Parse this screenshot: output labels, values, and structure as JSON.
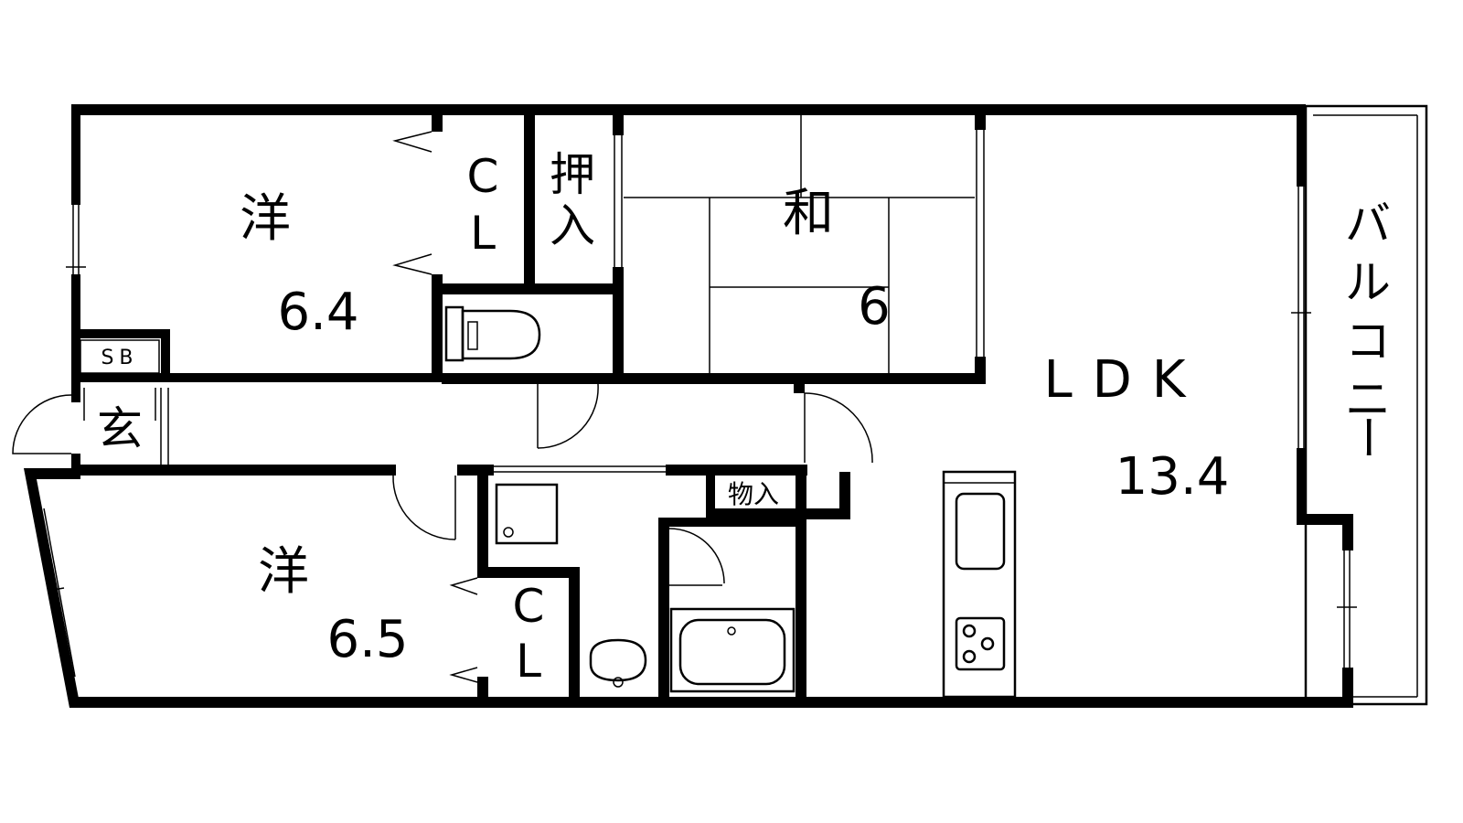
{
  "rooms": {
    "western_upper": {
      "name": "洋",
      "size": "6.4"
    },
    "cl_upper": {
      "c": "C",
      "l": "L"
    },
    "oshiire": {
      "top": "押",
      "bottom": "入"
    },
    "japanese": {
      "name": "和",
      "size": "6"
    },
    "ldk": {
      "name": "LDK",
      "size": "13.4"
    },
    "balcony": {
      "chars": [
        "バ",
        "ル",
        "コ",
        "ニ",
        "ー"
      ]
    },
    "sb": {
      "name": "SB"
    },
    "genkan": {
      "name": "玄"
    },
    "western_lower": {
      "name": "洋",
      "size": "6.5"
    },
    "cl_lower": {
      "c": "C",
      "l": "L"
    },
    "storage": {
      "name": "物入"
    }
  }
}
